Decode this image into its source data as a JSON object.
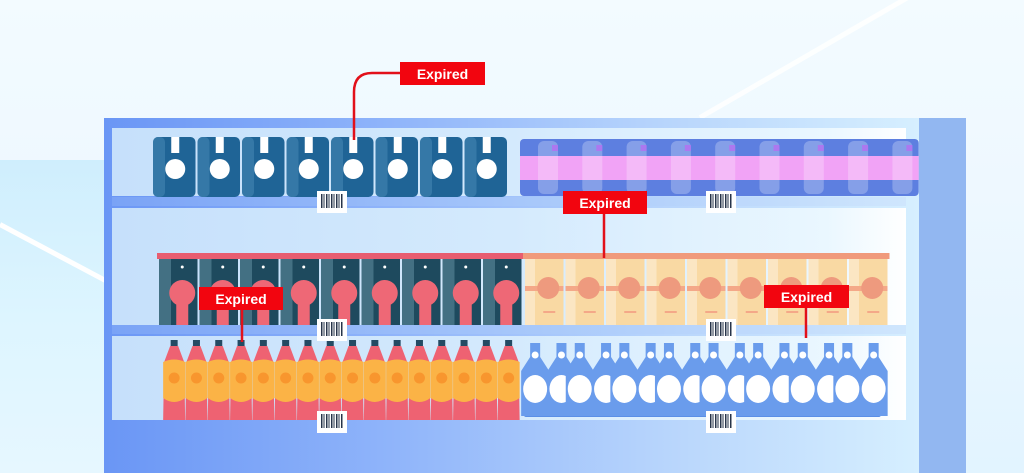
{
  "scene": "supermarket shelf illustration with expired products flagged",
  "colors": {
    "alert_red": "#f2050f",
    "frame_blue": "#6a96f5",
    "bag_blue": "#1f6496",
    "pink_band": "#f1a3f6",
    "pouch_dark": "#1e4a5e",
    "pouch_pink": "#ee6876",
    "snack_peach": "#f9d9a3",
    "bottle_orange": "#fbb346",
    "bottle_blue": "#6a9cec"
  },
  "shelves": [
    {
      "name": "top",
      "groups": [
        {
          "product": "blue-bag",
          "count": 8,
          "icon": "wheat-icon"
        },
        {
          "product": "pink-band-can",
          "count": 9
        }
      ]
    },
    {
      "name": "middle",
      "groups": [
        {
          "product": "dark-pouch",
          "count": 9
        },
        {
          "product": "peach-snack-pack",
          "count": 9
        }
      ]
    },
    {
      "name": "bottom",
      "groups": [
        {
          "product": "orange-bottle",
          "count": 16
        },
        {
          "product": "blue-jug",
          "count": 16
        }
      ]
    }
  ],
  "barcodes": 6,
  "labels": [
    {
      "text": "Expired",
      "target": "top shelf blue bag"
    },
    {
      "text": "Expired",
      "target": "middle shelf peach snack pack"
    },
    {
      "text": "Expired",
      "target": "bottom shelf orange bottle"
    },
    {
      "text": "Expired",
      "target": "bottom shelf blue jug"
    }
  ]
}
